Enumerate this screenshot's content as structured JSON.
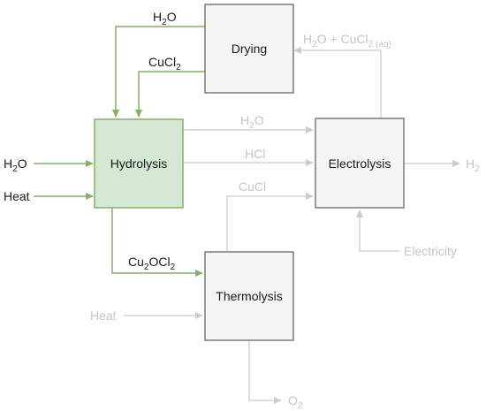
{
  "colors": {
    "green_stroke": "#82b366",
    "green_fill": "#d5e8d4",
    "gray_stroke": "#666666",
    "gray_fill": "#f5f5f5",
    "faded_line": "#cccccc",
    "faded_text": "#c4c4c4",
    "dark_text": "#1a1a1a"
  },
  "boxes": {
    "hydrolysis": "Hydrolysis",
    "drying": "Drying",
    "electrolysis": "Electrolysis",
    "thermolysis": "Thermolysis"
  },
  "labels": {
    "h2o_drying": {
      "main": "H",
      "sub": "2",
      "tail": "O"
    },
    "cucl2_drying": {
      "main": "CuCl",
      "sub": "2",
      "tail": ""
    },
    "h2o_input": {
      "main": "H",
      "sub": "2",
      "tail": "O"
    },
    "heat_input": "Heat",
    "h2o_to_electrolysis": {
      "main": "H",
      "sub": "2",
      "tail": "O"
    },
    "hcl": "HCl",
    "cucl": "CuCl",
    "cu2ocl2": {
      "a": "Cu",
      "a_sub": "2",
      "b": "OCl",
      "b_sub": "2"
    },
    "h2o_cucl2_aq": {
      "a": "H",
      "a_sub": "2",
      "b": "O + CuCl",
      "b_sub": "2",
      "c": " (aq)"
    },
    "h2_output": {
      "main": "H",
      "sub": "2",
      "tail": ""
    },
    "electricity": "Electricity",
    "heat_thermolysis": "Heat",
    "o2_output": {
      "main": "O",
      "sub": "2",
      "tail": ""
    }
  }
}
